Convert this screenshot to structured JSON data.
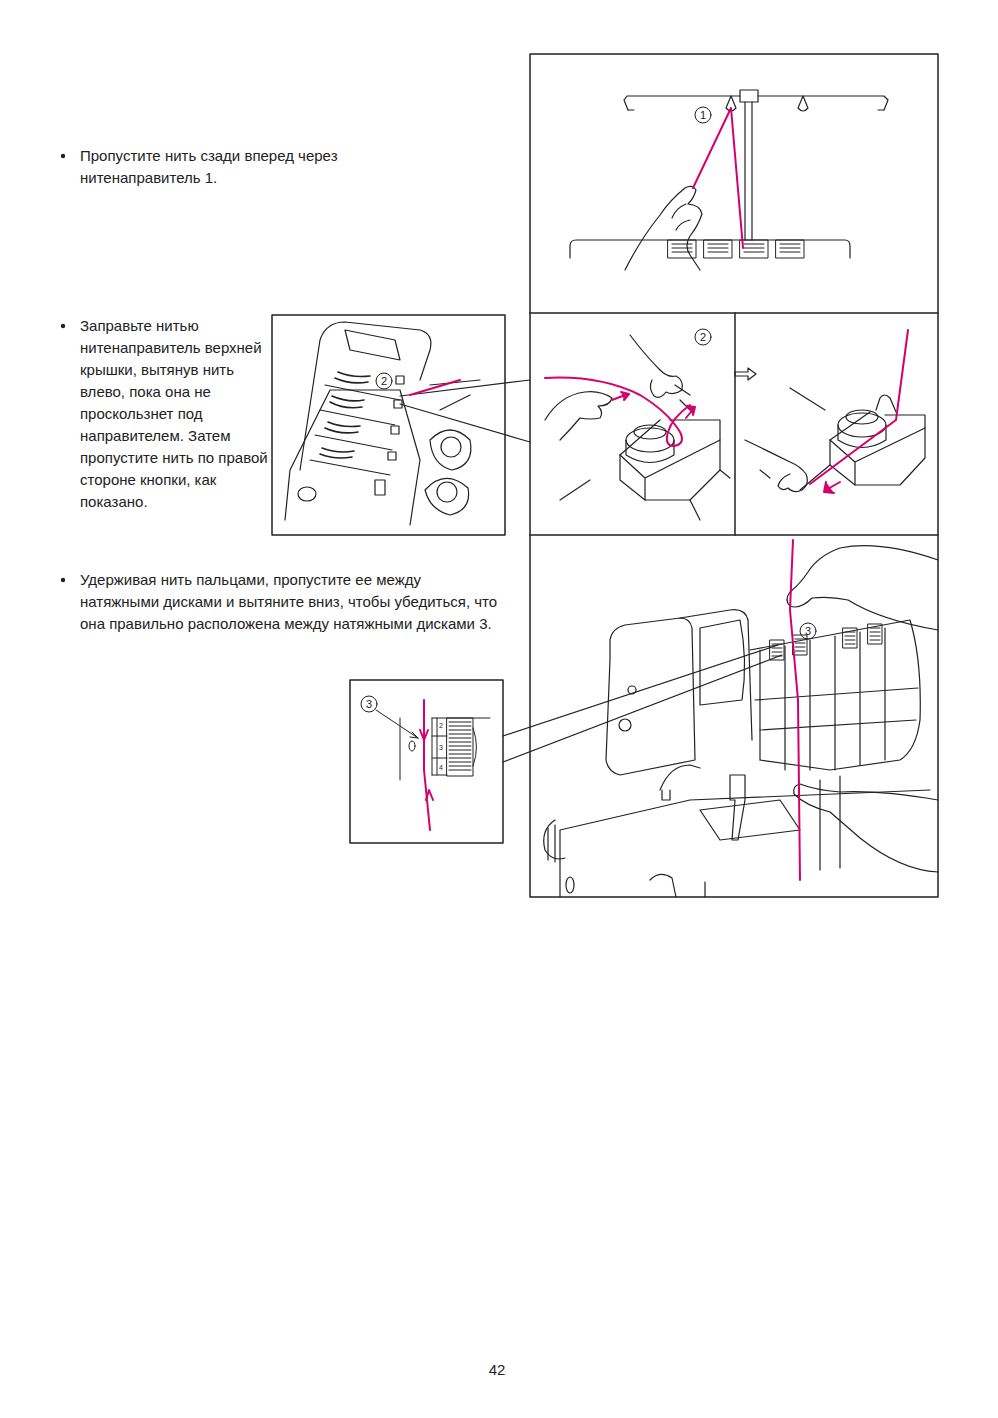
{
  "diagram": {
    "labels": [
      "Пропустите нить сзади вперед через нитенаправитель 1.",
      "1",
      "Заправьте нитью нитенаправитель верхней крышки, вытянув нить влево, пока она не проскользнет под направителем. Затем пропустите нить по правой стороне кнопки, как показано.",
      "2",
      "2",
      "Удерживая нить пальцами, пропустите ее между натяжными дисками и вытяните вниз, чтобы убедиться, что она правильно расположена между натяжными дисками 3.",
      "3",
      "3",
      "2",
      "3",
      "4",
      "42"
    ]
  }
}
